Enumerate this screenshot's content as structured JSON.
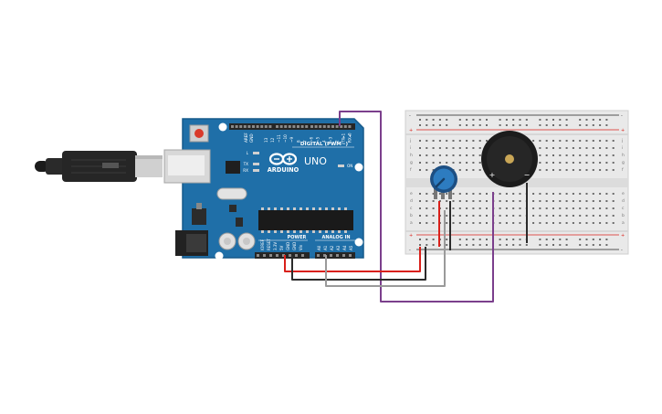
{
  "arduino": {
    "logo_text": "ARDUINO",
    "model": "UNO",
    "digital_header": "DIGITAL (PWM~)",
    "power_header": "POWER",
    "analog_header": "ANALOG IN",
    "on_label": "ON",
    "led_labels": [
      "L",
      "TX",
      "RX"
    ],
    "aref_labels": [
      "AREF",
      "GND"
    ],
    "digital_pins": [
      "13",
      "12",
      "~11",
      "~10",
      "~9",
      "8",
      "7",
      "~6",
      "~5",
      "4",
      "~3",
      "2",
      "TX▸1",
      "RX◂0"
    ],
    "power_pins": [
      "IOREF",
      "RESET",
      "3.3V",
      "5V",
      "GND",
      "GND",
      "Vin"
    ],
    "analog_pins": [
      "A0",
      "A1",
      "A2",
      "A3",
      "A4",
      "A5"
    ]
  },
  "breadboard": {
    "row_letters_top": [
      "j",
      "i",
      "h",
      "g",
      "f"
    ],
    "row_letters_bottom": [
      "e",
      "d",
      "c",
      "b",
      "a"
    ],
    "rail_plus": "+",
    "rail_minus": "-"
  },
  "buzzer": {
    "plus_label": "+",
    "minus_label": "−"
  },
  "colors": {
    "board": "#1f6fa8",
    "board_dark": "#175a8a",
    "wire_purple": "#7b3f8c",
    "wire_red": "#d9201a",
    "wire_black": "#2b2b2b",
    "wire_gray": "#9a9a9a",
    "breadboard": "#e9e9e9",
    "potentiometer": "#2d7cc0",
    "buzzer": "#1c1c1c"
  }
}
